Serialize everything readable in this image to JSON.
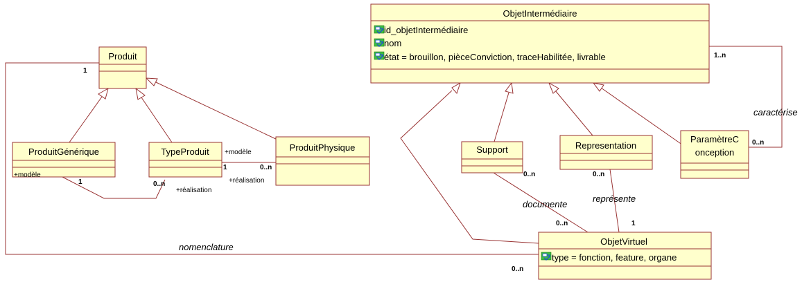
{
  "classes": {
    "produit": {
      "name": "Produit"
    },
    "produit_generique": {
      "name": "ProduitGénérique"
    },
    "type_produit": {
      "name": "TypeProduit"
    },
    "produit_physique": {
      "name": "ProduitPhysique"
    },
    "objet_intermediaire": {
      "name": "ObjetIntermédiaire",
      "attributes": [
        "id_objetIntermédiaire",
        "nom",
        "état = brouillon, pièceConviction, traceHabilitée, livrable"
      ]
    },
    "support": {
      "name": "Support"
    },
    "representation": {
      "name": "Representation"
    },
    "parametre_conception": {
      "name_line1": "ParamètreC",
      "name_line2": "onception"
    },
    "objet_virtuel": {
      "name": "ObjetVirtuel",
      "attributes": [
        "type = fonction, feature, organe"
      ]
    }
  },
  "associations": {
    "nomenclature": {
      "name": "nomenclature",
      "mult_produit": "1",
      "mult_virtuel": "0..n"
    },
    "modele_generique": {
      "role_generique": "+modèle",
      "mult_generique": "1",
      "mult_type": "0..n",
      "role_type": "+réalisation"
    },
    "modele_physique": {
      "role_type": "+modèle",
      "mult_type": "1",
      "mult_physique": "0..n",
      "role_physique": "+réalisation"
    },
    "caracterise": {
      "name": "caractérise",
      "mult_intermediaire": "1..n",
      "mult_parametre": "0..n"
    },
    "documente": {
      "name": "documente",
      "mult_support": "0..n",
      "mult_virtuel": "0..n"
    },
    "represente": {
      "name": "représente",
      "mult_representation": "0..n",
      "mult_virtuel": "1"
    }
  },
  "icon_colors": {
    "attribute_icon_fill": "#3fbf3f",
    "attribute_icon_key": "#2255cc"
  }
}
